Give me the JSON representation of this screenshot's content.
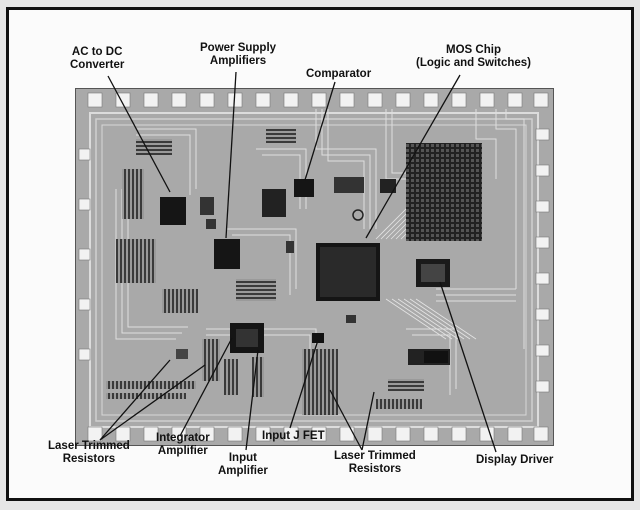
{
  "labels": {
    "ac_dc": [
      "AC to DC",
      "Converter"
    ],
    "power_supply": [
      "Power Supply",
      "Amplifiers"
    ],
    "comparator": "Comparator",
    "mos_chip": [
      "MOS Chip",
      "(Logic and Switches)"
    ],
    "laser_left": [
      "Laser Trimmed",
      "Resistors"
    ],
    "integrator": [
      "Integrator",
      "Amplifier"
    ],
    "input_amp": [
      "Input",
      "Amplifier"
    ],
    "input_jfet": "Input J FET",
    "laser_right": [
      "Laser Trimmed",
      "Resistors"
    ],
    "display_driver": "Display Driver"
  },
  "colors": {
    "frame": "#111111",
    "die": "#a9a9a9",
    "trace": "#dcdcdc",
    "pad": "#f2f2f2",
    "block": "#1a1a1a"
  }
}
